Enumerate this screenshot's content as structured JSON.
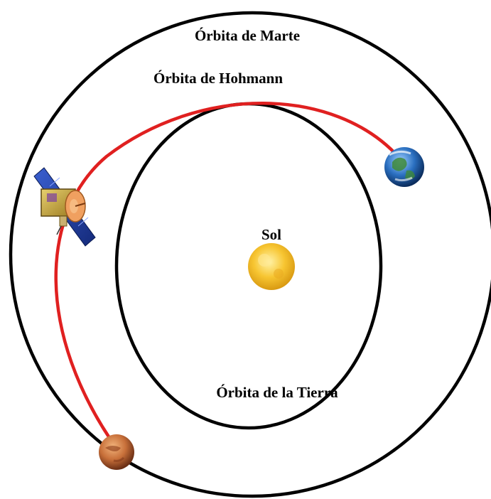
{
  "labels": {
    "mars_orbit": "Órbita de Marte",
    "hohmann_orbit": "Órbita de Hohmann",
    "sun": "Sol",
    "earth_orbit": "Órbita de la Tierra"
  },
  "colors": {
    "orbit": "#000000",
    "transfer": "#e02020",
    "sun": "#f7c531",
    "earth": "#2a6fc0",
    "mars": "#c8703a",
    "background": "#ffffff"
  },
  "icons": {
    "sun": "sun-icon",
    "earth": "earth-icon",
    "mars": "mars-icon",
    "spacecraft": "spacecraft-icon"
  }
}
